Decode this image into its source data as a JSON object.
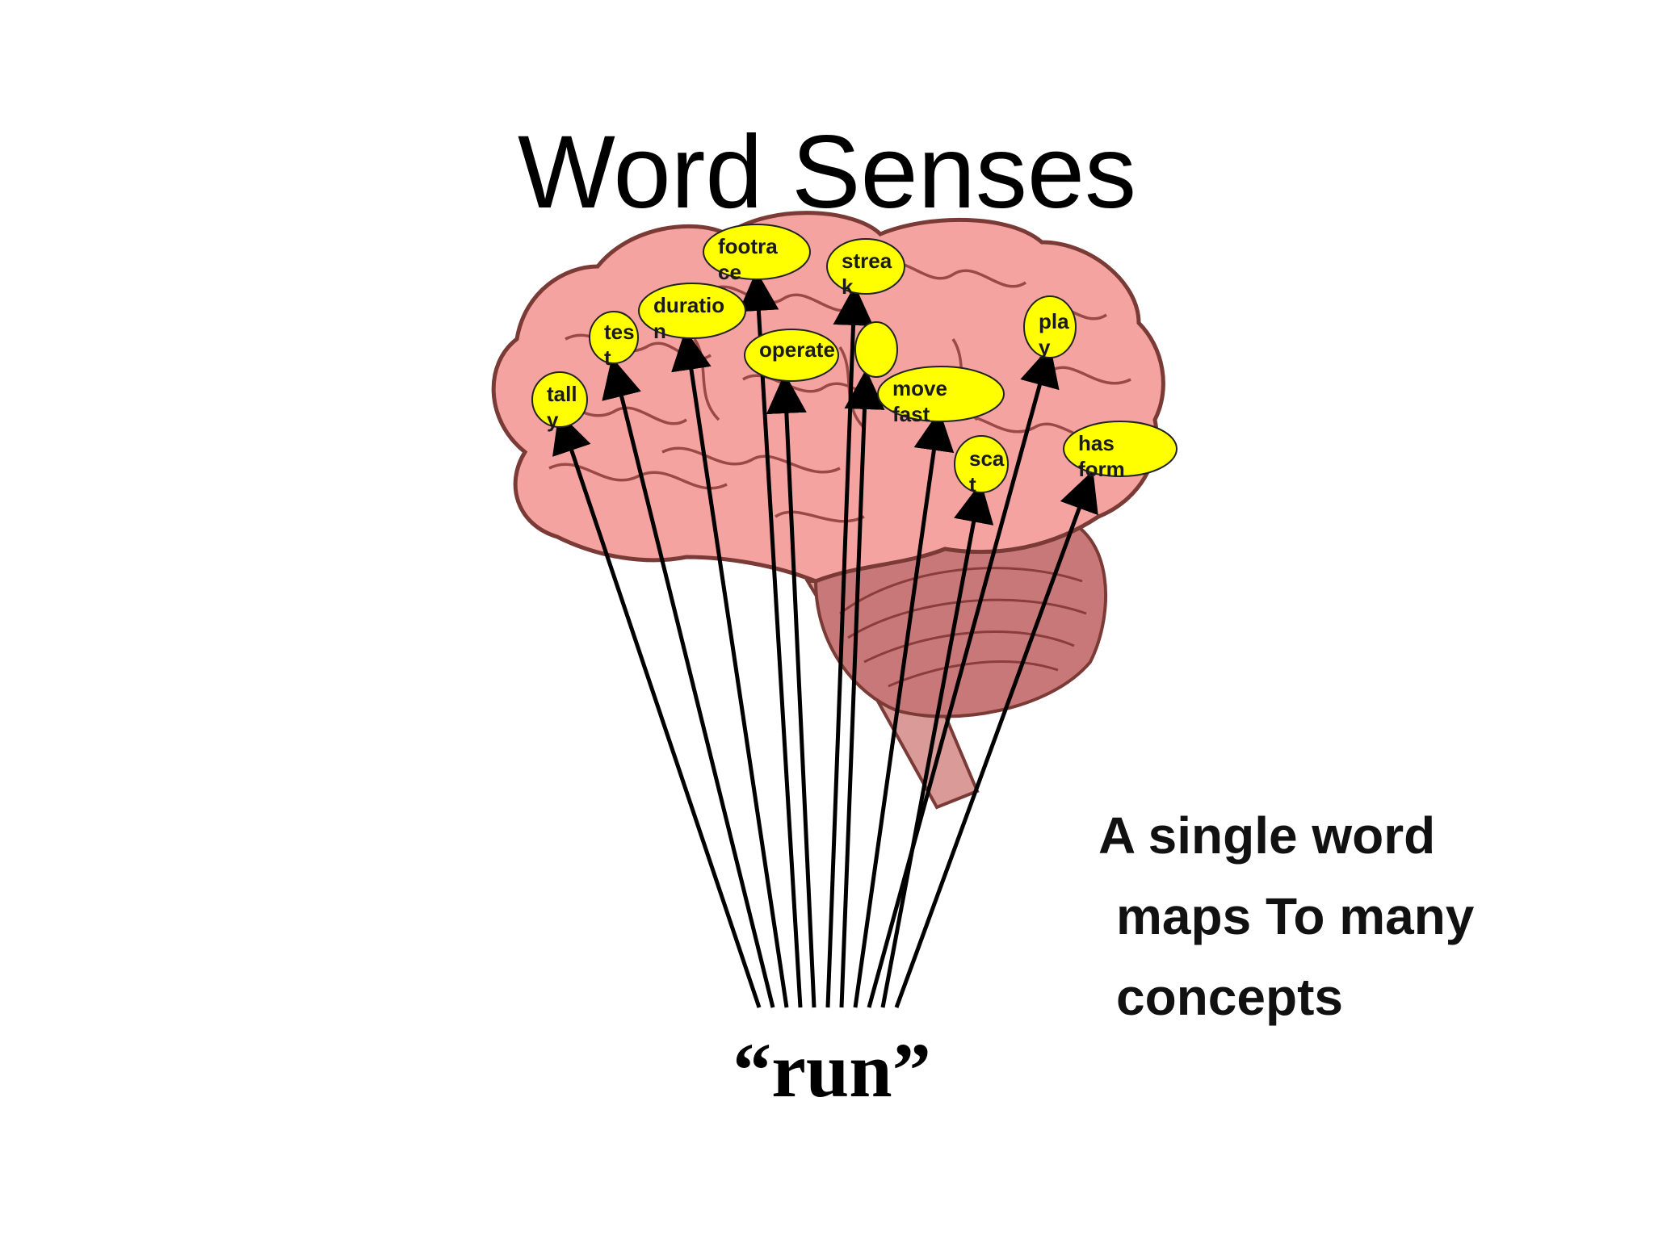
{
  "slide": {
    "title": "Word Senses",
    "word": "“run”",
    "caption": {
      "line1": "A single word",
      "line2": "maps  To many",
      "line3": "concepts"
    }
  },
  "concepts": [
    {
      "id": "tally",
      "line1": "tall",
      "line2": "y"
    },
    {
      "id": "test",
      "line1": "tes",
      "line2": "t"
    },
    {
      "id": "duration",
      "line1": "duratio",
      "line2": "n"
    },
    {
      "id": "footrace",
      "line1": "footra",
      "line2": "ce"
    },
    {
      "id": "operate",
      "line1": "operate",
      "line2": ""
    },
    {
      "id": "streak",
      "line1": "strea",
      "line2": "k"
    },
    {
      "id": "unlabeled",
      "line1": "",
      "line2": ""
    },
    {
      "id": "move-fast",
      "line1": "move",
      "line2": "fast"
    },
    {
      "id": "play",
      "line1": "pla",
      "line2": "y"
    },
    {
      "id": "scat",
      "line1": "sca",
      "line2": "t"
    },
    {
      "id": "has-form",
      "line1": "has",
      "line2": "form"
    }
  ],
  "colors": {
    "brain": "#f4a3a0",
    "brain_outline": "#7a3a36",
    "cerebellum": "#c9787a",
    "node_fill": "#ffff00",
    "arrow": "#000000"
  }
}
